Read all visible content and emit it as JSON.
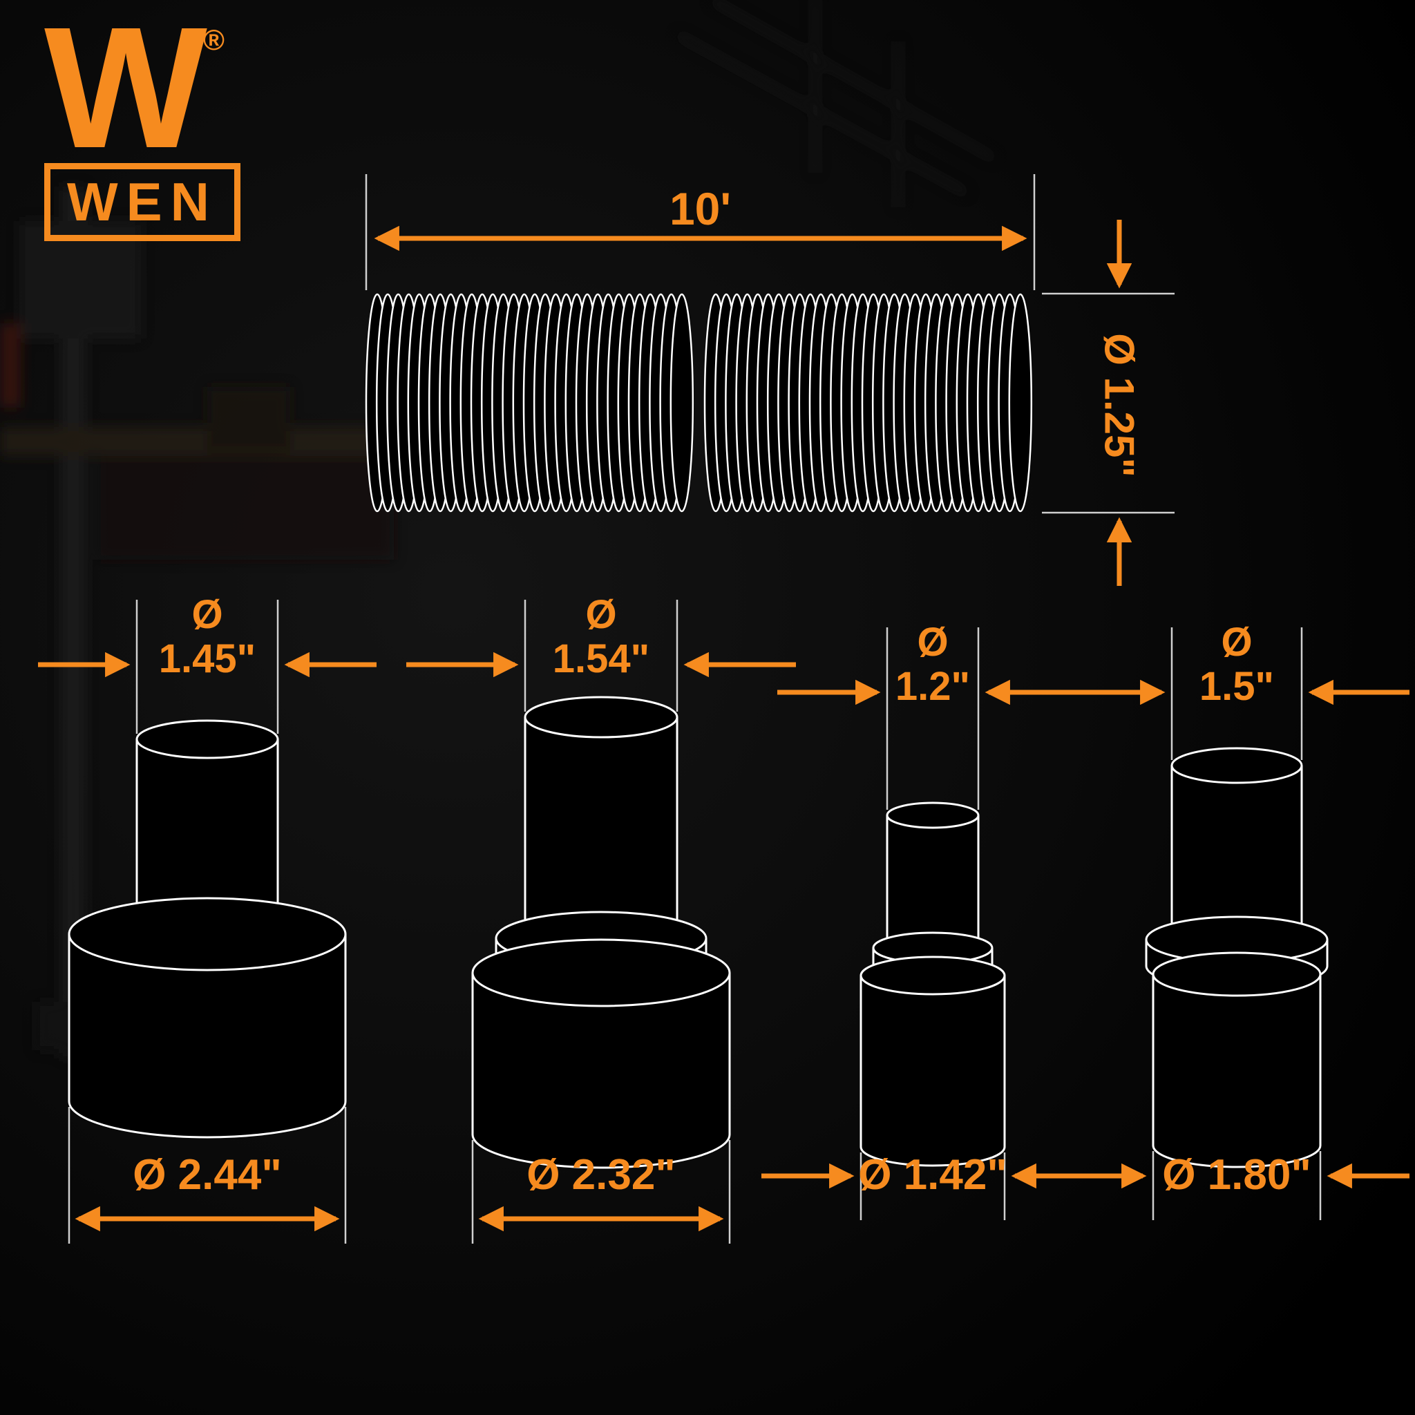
{
  "brand": {
    "logo_letter": "W",
    "registered_mark": "®",
    "name": "WEN"
  },
  "hose": {
    "length": "10'",
    "diameter": "Ø 1.25\""
  },
  "adapters": [
    {
      "top_diameter_symbol": "Ø",
      "top_diameter": "1.45\"",
      "bottom_diameter": "Ø 2.44\""
    },
    {
      "top_diameter_symbol": "Ø",
      "top_diameter": "1.54\"",
      "bottom_diameter": "Ø 2.32\""
    },
    {
      "top_diameter_symbol": "Ø",
      "top_diameter": "1.2\"",
      "bottom_diameter": "Ø 1.42\""
    },
    {
      "top_diameter_symbol": "Ø",
      "top_diameter": "1.5\"",
      "bottom_diameter": "Ø 1.80\""
    }
  ],
  "colors": {
    "accent_orange": "#F68B1F",
    "line_white": "#FFFFFF",
    "background": "#000000"
  }
}
